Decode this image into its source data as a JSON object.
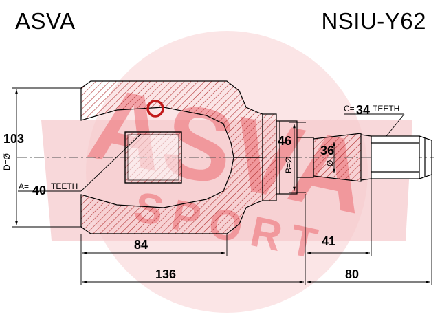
{
  "header": {
    "brand": "ASVA",
    "part_number": "NSIU-Y62"
  },
  "watermark": {
    "logo_text": "ASVA",
    "sport_text": "SPORT",
    "color": "#e8404a"
  },
  "dimensions": {
    "d_value": "103",
    "d_label": "D=Ø",
    "a_value": "40",
    "a_label_prefix": "A=",
    "a_label_suffix": "TEETH",
    "b_value": "46",
    "b_label": "B=Ø",
    "c_value": "34",
    "c_label_prefix": "C=",
    "c_label_suffix": "TEETH",
    "shaft_dia": "36",
    "shaft_dia_symbol": "Ø",
    "len_84": "84",
    "len_41": "41",
    "len_136": "136",
    "len_80": "80"
  },
  "colors": {
    "hatch": "#b03030",
    "line": "#000000",
    "centerline": "#555555"
  }
}
